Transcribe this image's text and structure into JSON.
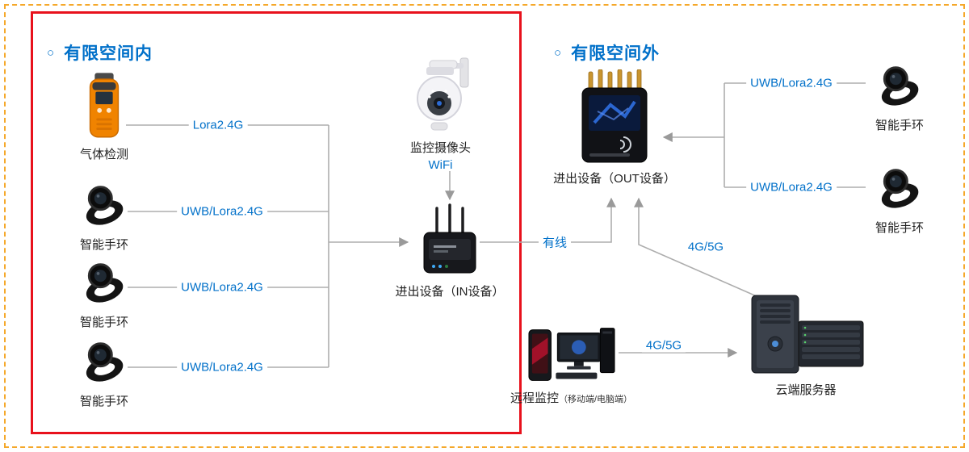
{
  "colors": {
    "accent_blue": "#0070c9",
    "red_border": "#e8111c",
    "dashed_border": "#f5a82a",
    "line_gray": "#adadad"
  },
  "zones": {
    "inside": {
      "bullet": "○",
      "title": "有限空间内"
    },
    "outside": {
      "bullet": "○",
      "title": "有限空间外"
    }
  },
  "nodes": {
    "gas_detector": {
      "label": "气体检测"
    },
    "wristband_1": {
      "label": "智能手环"
    },
    "wristband_2": {
      "label": "智能手环"
    },
    "wristband_3": {
      "label": "智能手环"
    },
    "camera": {
      "label": "监控摄像头",
      "link": "WiFi"
    },
    "in_device": {
      "label": "进出设备（IN设备）"
    },
    "out_device": {
      "label": "进出设备（OUT设备）"
    },
    "wristband_out_1": {
      "label": "智能手环"
    },
    "wristband_out_2": {
      "label": "智能手环"
    },
    "cloud_server": {
      "label": "云端服务器"
    },
    "remote_monitor": {
      "label": "远程监控",
      "label_sub": "（移动端/电脑端）"
    }
  },
  "links": {
    "gas_to_bus": "Lora2.4G",
    "wristband1_to_bus": "UWB/Lora2.4G",
    "wristband2_to_bus": "UWB/Lora2.4G",
    "wristband3_to_bus": "UWB/Lora2.4G",
    "in_to_out": "有线",
    "cloud_to_out": "4G/5G",
    "out_to_wristband_top": "UWB/Lora2.4G",
    "out_to_wristband_bottom": "UWB/Lora2.4G",
    "remote_to_cloud": "4G/5G"
  }
}
